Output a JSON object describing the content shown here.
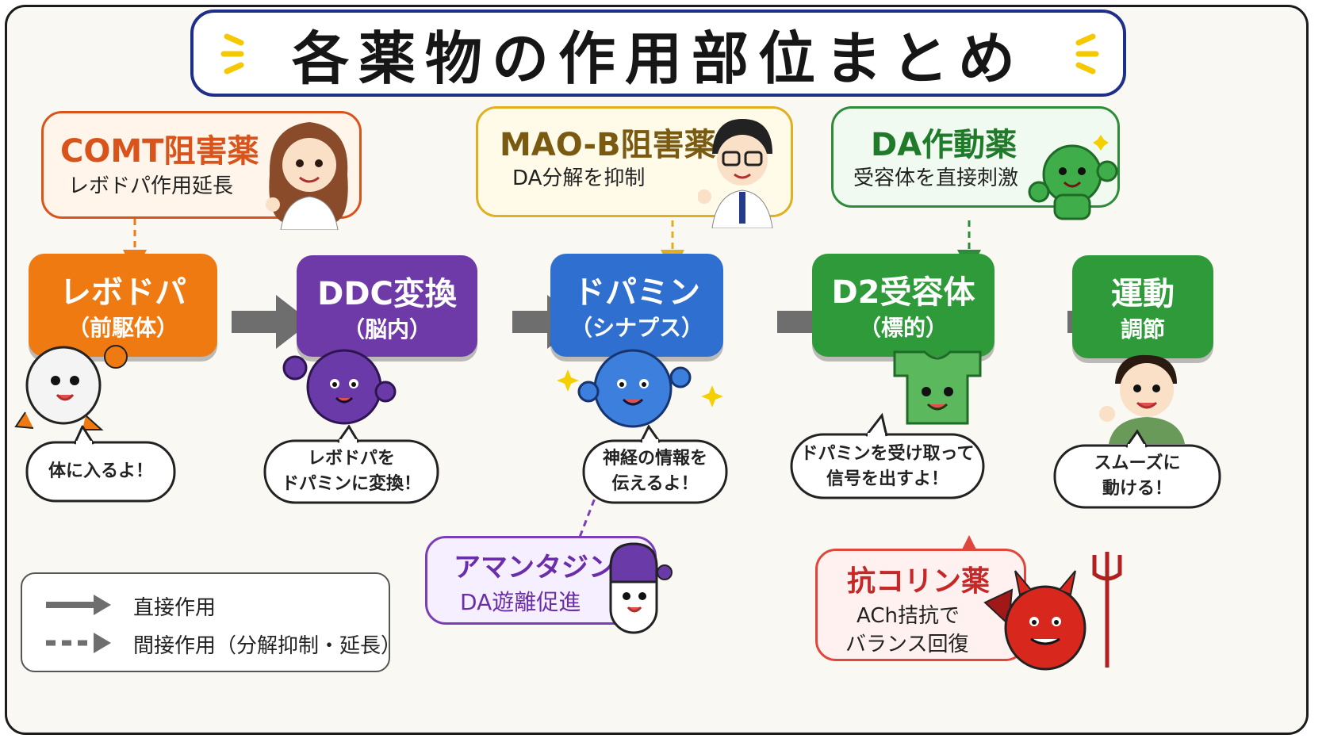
{
  "title": "各薬物の作用部位まとめ",
  "drugs": {
    "comt": {
      "name": "COMT阻害薬",
      "desc": "レボドパ作用延長",
      "color": "#d9541a",
      "bg": "#fff5ea"
    },
    "maob": {
      "name": "MAO-B阻害薬",
      "desc": "DA分解を抑制",
      "color": "#7a5a10",
      "border": "#e0b020",
      "bg": "#fffbe8"
    },
    "da_agonist": {
      "name": "DA作動薬",
      "desc": "受容体を直接刺激",
      "color": "#1f7a2a",
      "border": "#2e8b3a",
      "bg": "#f0faf0"
    },
    "amantadine": {
      "name": "アマンタジン",
      "desc": "DA遊離促進",
      "color": "#6a2fa8",
      "border": "#7a3fb8",
      "bg": "#f6efff"
    },
    "anticholinergic": {
      "name": "抗コリン薬",
      "line1": "ACh拮抗で",
      "line2": "バランス回復",
      "color": "#c62828",
      "border": "#e0463c",
      "bg": "#fff1f0"
    }
  },
  "flow": [
    {
      "title": "レボドパ",
      "sub": "（前駆体）",
      "color": "#f07a12"
    },
    {
      "title": "DDC変換",
      "sub": "（脳内）",
      "color": "#6d3aa8"
    },
    {
      "title": "ドパミン",
      "sub": "（シナプス）",
      "color": "#2f6fd0"
    },
    {
      "title": "D2受容体",
      "sub": "（標的）",
      "color": "#2f9a3a"
    },
    {
      "title": "運動",
      "sub": "調節",
      "color": "#2f9a3a"
    }
  ],
  "speech": [
    {
      "line1": "体に入るよ！",
      "line2": ""
    },
    {
      "line1": "レボドパを",
      "line2": "ドパミンに変換！"
    },
    {
      "line1": "神経の情報を",
      "line2": "伝えるよ！"
    },
    {
      "line1": "ドパミンを受け取って",
      "line2": "信号を出すよ！"
    },
    {
      "line1": "スムーズに",
      "line2": "動ける！"
    }
  ],
  "legend": {
    "direct": "直接作用",
    "indirect": "間接作用（分解抑制・延長）"
  }
}
